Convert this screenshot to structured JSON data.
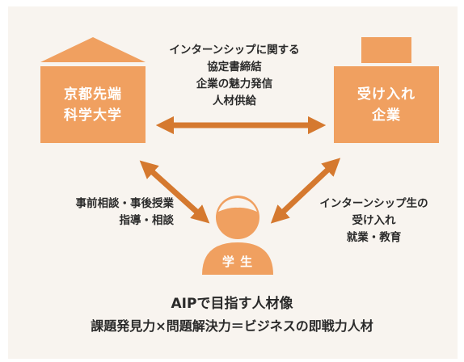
{
  "colors": {
    "orange": "#f0a060",
    "arrow": "#d5792f",
    "background": "#f8f4ef"
  },
  "university": {
    "label_line1": "京都先端",
    "label_line2": "科学大学"
  },
  "company": {
    "label_line1": "受け入れ",
    "label_line2": "企業"
  },
  "student": {
    "label": "学 生"
  },
  "top_relation": {
    "lines": [
      "インターンシップに関する",
      "協定書締結",
      "企業の魅力発信",
      "人材供給"
    ]
  },
  "left_relation": {
    "lines": [
      "事前相談・事後授業",
      "指導・相談"
    ]
  },
  "right_relation": {
    "lines": [
      "インターンシップ生の",
      "受け入れ",
      "就業・教育"
    ]
  },
  "footer": {
    "line1": "AIPで目指す人材像",
    "line2": "課題発見力×問題解決力＝ビジネスの即戦力人材"
  }
}
